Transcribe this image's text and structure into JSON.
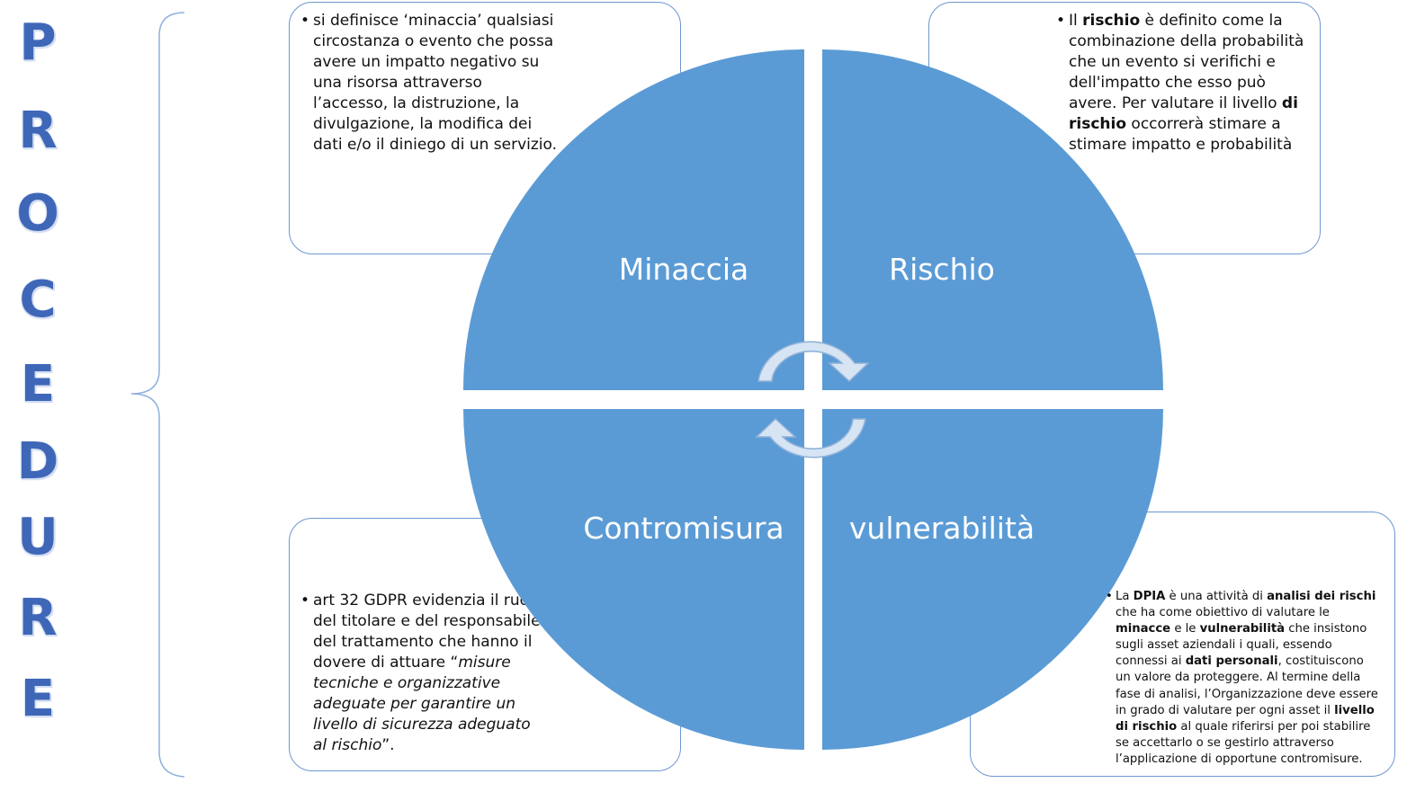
{
  "title_letters": [
    "P",
    "R",
    "O",
    "C",
    "E",
    "D",
    "U",
    "R",
    "E"
  ],
  "quadrants": {
    "minaccia": "Minaccia",
    "rischio": "Rischio",
    "contromisura": "Contromisura",
    "vulnerabilita": "vulnerabilità"
  },
  "boxes": {
    "minaccia": {
      "bullet": "•",
      "segments": [
        {
          "t": "si definisce ‘minaccia’ qualsiasi circostanza o evento che possa avere un impatto negativo su una risorsa attraverso l’accesso, la distruzione, la divulgazione, la modifica dei dati e/o il diniego di un servizio.",
          "s": "n"
        }
      ]
    },
    "rischio": {
      "bullet": "•",
      "segments": [
        {
          "t": "Il ",
          "s": "n"
        },
        {
          "t": "rischio",
          "s": "b"
        },
        {
          "t": " è definito come la combinazione della probabilità che un evento si verifichi e dell'impatto che esso può avere. Per valutare il livello ",
          "s": "n"
        },
        {
          "t": "di rischio",
          "s": "b"
        },
        {
          "t": " occorrerà stimare a stimare impatto e probabilità",
          "s": "n"
        }
      ]
    },
    "contromisura": {
      "bullet": "•",
      "segments": [
        {
          "t": "art 32 GDPR evidenzia il ruo",
          "s": "n"
        },
        {
          "t": "del titolare e del responsabile del trattamento che hanno il dovere di attuare “",
          "s": "n"
        },
        {
          "t": "misure tecniche e organizzative adeguate per garantire un livello di sicurezza adeguato al rischio",
          "s": "i"
        },
        {
          "t": "”.",
          "s": "n"
        }
      ]
    },
    "vulnerabilita": {
      "bullet": "•",
      "segments": [
        {
          "t": "La ",
          "s": "n"
        },
        {
          "t": "DPIA",
          "s": "b"
        },
        {
          "t": " è una attività di ",
          "s": "n"
        },
        {
          "t": "analisi dei rischi",
          "s": "b"
        },
        {
          "t": " che ha come obiettivo di valutare le ",
          "s": "n"
        },
        {
          "t": "minacce",
          "s": "b"
        },
        {
          "t": " e le ",
          "s": "n"
        },
        {
          "t": "vulnerabilità",
          "s": "b"
        },
        {
          "t": " che insistono sugli asset aziendali i quali, essendo connessi ai ",
          "s": "n"
        },
        {
          "t": "dati personali",
          "s": "b"
        },
        {
          "t": ", costituiscono un valore da proteggere. Al termine della fase di analisi, l’Organizzazione deve essere in grado di valutare per ogni asset il ",
          "s": "n"
        },
        {
          "t": "livello di rischio",
          "s": "b"
        },
        {
          "t": " al quale riferirsi per poi stabilire se accettarlo o se gestirlo attraverso l’applicazione di opportune contromisure.",
          "s": "n"
        }
      ]
    }
  },
  "colors": {
    "quadrant_fill": "#5b9bd5",
    "box_border": "#6d97cf",
    "title_letter": "#3f67b8",
    "brace": "#8eb0dd",
    "arrow_fill": "#d6e4f3",
    "arrow_stroke": "#8fb1d9"
  }
}
